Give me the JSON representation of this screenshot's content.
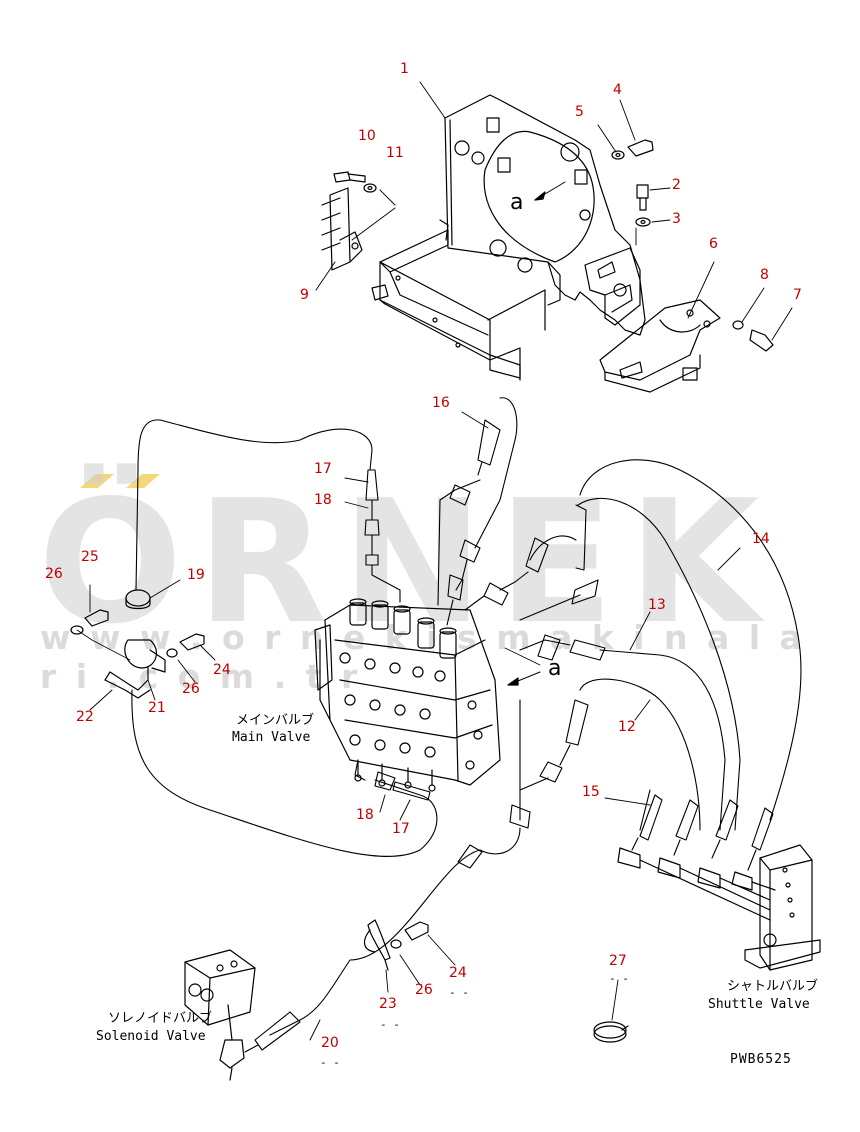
{
  "watermark": {
    "brand": "ÖRNEK",
    "url": "w w w . o r n e k i s m a k i n a l a r i . c o m . t r",
    "color": "#cfcfcf",
    "accent": "#f5d77a"
  },
  "callouts": [
    {
      "id": "c1",
      "text": "1"
    },
    {
      "id": "c2",
      "text": "2"
    },
    {
      "id": "c3",
      "text": "3"
    },
    {
      "id": "c4",
      "text": "4"
    },
    {
      "id": "c5",
      "text": "5"
    },
    {
      "id": "c6",
      "text": "6"
    },
    {
      "id": "c7",
      "text": "7"
    },
    {
      "id": "c8",
      "text": "8"
    },
    {
      "id": "c9",
      "text": "9"
    },
    {
      "id": "c10",
      "text": "10"
    },
    {
      "id": "c11",
      "text": "11"
    },
    {
      "id": "c12",
      "text": "12"
    },
    {
      "id": "c13",
      "text": "13"
    },
    {
      "id": "c14",
      "text": "14"
    },
    {
      "id": "c15",
      "text": "15"
    },
    {
      "id": "c16",
      "text": "16"
    },
    {
      "id": "c17a",
      "text": "17"
    },
    {
      "id": "c17b",
      "text": "17"
    },
    {
      "id": "c18a",
      "text": "18"
    },
    {
      "id": "c18b",
      "text": "18"
    },
    {
      "id": "c19",
      "text": "19"
    },
    {
      "id": "c20",
      "text": "20"
    },
    {
      "id": "c21",
      "text": "21"
    },
    {
      "id": "c22",
      "text": "22"
    },
    {
      "id": "c23",
      "text": "23"
    },
    {
      "id": "c24a",
      "text": "24"
    },
    {
      "id": "c24b",
      "text": "24"
    },
    {
      "id": "c25",
      "text": "25"
    },
    {
      "id": "c26a",
      "text": "26"
    },
    {
      "id": "c26b",
      "text": "26"
    },
    {
      "id": "c26c",
      "text": "26"
    },
    {
      "id": "c27",
      "text": "27"
    }
  ],
  "view_marks": {
    "a_upper": "a",
    "a_lower": "a"
  },
  "captions": {
    "main_valve_jp": "メインバルブ",
    "main_valve_en": "Main Valve",
    "shuttle_valve_jp": "シャトルバルブ",
    "shuttle_valve_en": "Shuttle Valve",
    "solenoid_valve_jp": "ソレノイドバルブ",
    "solenoid_valve_en": "Solenoid Valve"
  },
  "drawing_code": "PWB6525",
  "colors": {
    "callout": "#c00000",
    "line": "#000000"
  }
}
